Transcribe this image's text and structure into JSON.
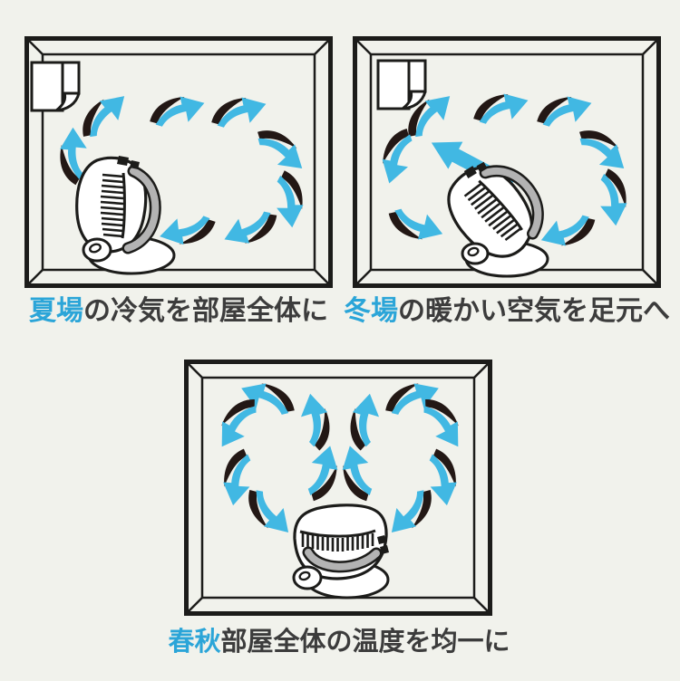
{
  "colors": {
    "background": "#f1f2ec",
    "outline_black": "#1c1c1a",
    "arrow_cyan": "#41b8e3",
    "arrow_black": "#231815",
    "text_dark": "#3c3c3c",
    "highlight_cyan": "#2ba5d8",
    "handle_gray": "#b3b3b3"
  },
  "panels": [
    {
      "id": "summer",
      "caption": {
        "highlight": "夏場",
        "rest": "の冷気を部屋全体に"
      },
      "icons": [
        "air-conditioner",
        "circulator-fan",
        "airflow-arrows"
      ],
      "airflow": "fan points up; cool air loops clockwise around whole room"
    },
    {
      "id": "winter",
      "caption": {
        "highlight": "冬場",
        "rest": "の暖かい空気を足元へ"
      },
      "icons": [
        "air-conditioner",
        "circulator-fan",
        "airflow-arrows"
      ],
      "airflow": "fan tilted toward ceiling; warm air pushed down to floor on both sides"
    },
    {
      "id": "spring-autumn",
      "caption": {
        "highlight": "春秋",
        "rest": "部屋全体の温度を均一に"
      },
      "icons": [
        "circulator-fan",
        "airflow-arrows"
      ],
      "airflow": "fan aims straight up; air splits into two symmetric loops"
    }
  ]
}
